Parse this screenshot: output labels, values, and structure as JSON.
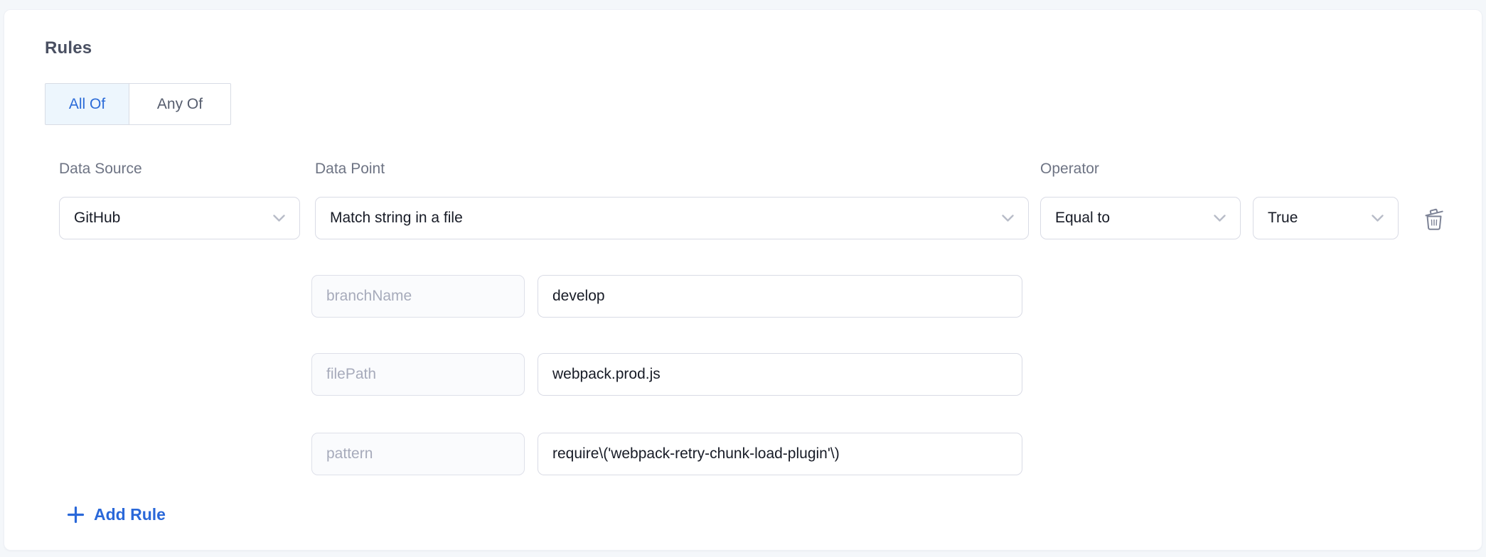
{
  "card": {
    "title": "Rules"
  },
  "match_mode_toggle": {
    "options": [
      {
        "label": "All Of",
        "selected": true
      },
      {
        "label": "Any Of",
        "selected": false
      }
    ]
  },
  "rule": {
    "data_source": {
      "label": "Data Source",
      "value": "GitHub"
    },
    "data_point": {
      "label": "Data Point",
      "value": "Match string in a file"
    },
    "operator": {
      "label": "Operator",
      "value": "Equal to"
    },
    "operand": {
      "value": "True"
    },
    "parameters": [
      {
        "name": "branchName",
        "value": "develop"
      },
      {
        "name": "filePath",
        "value": "webpack.prod.js"
      },
      {
        "name": "pattern",
        "value": "require\\('webpack-retry-chunk-load-plugin'\\)"
      }
    ]
  },
  "actions": {
    "add_rule_label": "Add Rule"
  },
  "icons": {
    "chevron_down": "chevron-down-icon",
    "trash": "trash-icon",
    "plus": "plus-icon"
  },
  "colors": {
    "page_background": "#f4f7fa",
    "card_background": "#ffffff",
    "accent_blue": "#2a68d9",
    "active_toggle_background": "#edf6fd",
    "field_border": "#d9dbe5",
    "label_gray": "#6e7484",
    "disabled_text": "#a7abbb"
  }
}
